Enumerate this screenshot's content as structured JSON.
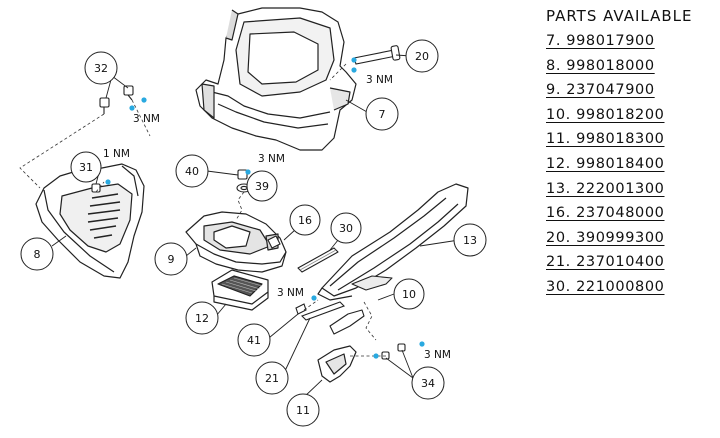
{
  "parts_panel": {
    "title": "PARTS AVAILABLE",
    "items": [
      "7. 998017900",
      "8. 998018000",
      "9. 237047900",
      "10. 998018200",
      "11. 998018300",
      "12. 998018400",
      "13. 222001300",
      "16. 237048000",
      "20. 390999300",
      "21. 237010400",
      "30. 221000800"
    ]
  },
  "callouts": {
    "c7": "7",
    "c8": "8",
    "c9": "9",
    "c10": "10",
    "c11": "11",
    "c12": "12",
    "c13": "13",
    "c16": "16",
    "c20": "20",
    "c21": "21",
    "c30": "30",
    "c31": "31",
    "c32": "32",
    "c34": "34",
    "c39": "39",
    "c40": "40",
    "c41": "41"
  },
  "torque_labels": {
    "t_top_right": "3 NM",
    "t_left": "3 NM",
    "t_1nm": "1 NM",
    "t_center": "3 NM",
    "t_mid": "3 NM",
    "t_bottom": "3 NM"
  },
  "colors": {
    "line": "#222222",
    "dot": "#29a9e0",
    "callout_fill": "#ffffff"
  }
}
